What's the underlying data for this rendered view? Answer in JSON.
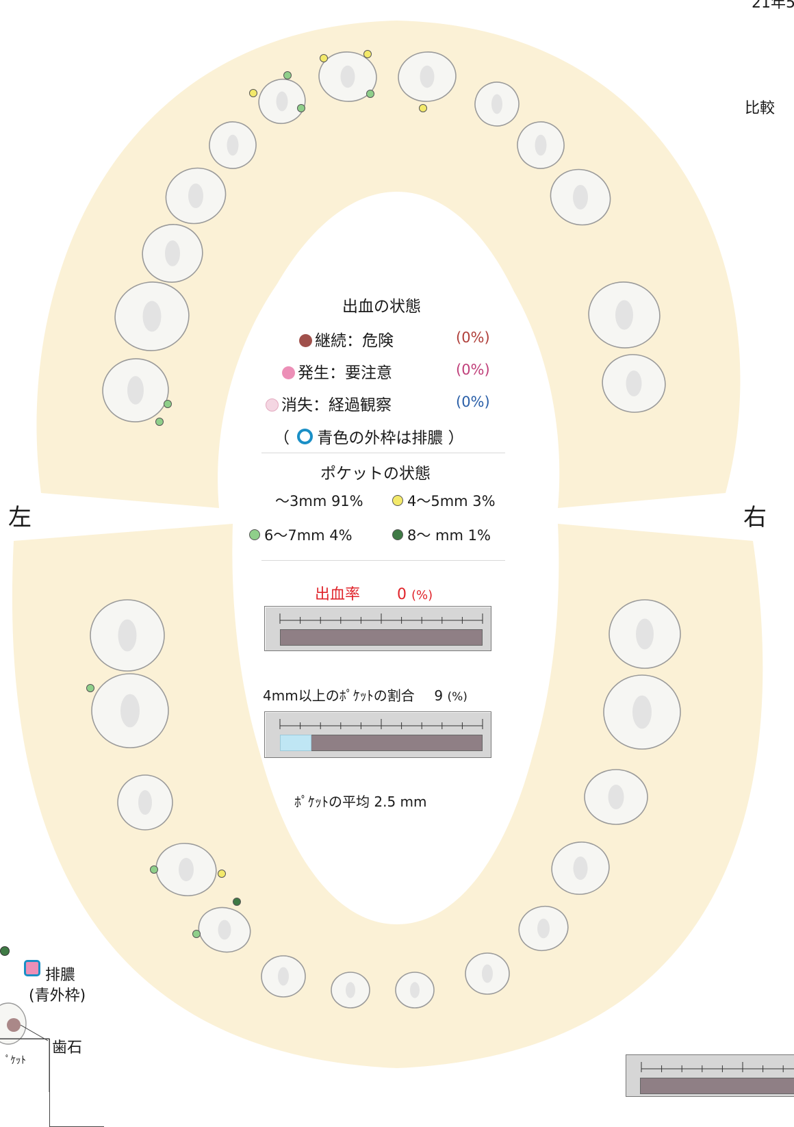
{
  "header": {
    "date_fragment": "21年5",
    "compare_fragment": "比較"
  },
  "sides": {
    "left": "左",
    "right": "右"
  },
  "bleeding": {
    "title": "出血の状態",
    "items": [
      {
        "label": "継続：危険",
        "pct": "(0%)",
        "dot_color": "#a0504b",
        "pct_color": "#b0403b"
      },
      {
        "label": "発生：要注意",
        "pct": "(0%)",
        "dot_color": "#ec8fb7",
        "pct_color": "#c0407a"
      },
      {
        "label": "消失：経過観察",
        "pct": "(0%)",
        "dot_color": "#f4d6e2",
        "pct_color": "#2a5fa8"
      }
    ],
    "pus_note_open": "（",
    "pus_note": "青色の外枠は排膿 ）"
  },
  "pocket": {
    "title": "ポケットの状態",
    "items": [
      {
        "label": "〜3mm  91%",
        "dot_color": ""
      },
      {
        "label": "4〜5mm  3%",
        "dot_color": "#f3e96a"
      },
      {
        "label": "6〜7mm  4%",
        "dot_color": "#8fcf8a"
      },
      {
        "label": "8〜 mm  1%",
        "dot_color": "#3f7a45"
      }
    ]
  },
  "bleeding_rate": {
    "label": "出血率",
    "value": "0",
    "unit": "(%)",
    "fraction": 0.0
  },
  "pocket_ratio": {
    "label": "4mm以上のﾎﾟｹｯﾄの割合",
    "value": "9",
    "unit": "(%)",
    "fraction": 0.09
  },
  "pocket_average": {
    "text": "ﾎﾟｹｯﾄの平均 2.5 mm"
  },
  "side_legend": {
    "pocket_fragment": "ﾟｹｯﾄ",
    "pus_label": "排膿",
    "pus_sub": "(青外枠)",
    "calculus": "歯石"
  },
  "colors": {
    "gum": "#fbf1d6",
    "tooth_fill": "#f6f6f3",
    "tooth_stroke": "#9a9a9a",
    "yellow_dot": "#f3e96a",
    "green_dot": "#8fcf8a",
    "dark_green_dot": "#3f7a45",
    "bleeding_rate_color": "#e0242b"
  }
}
